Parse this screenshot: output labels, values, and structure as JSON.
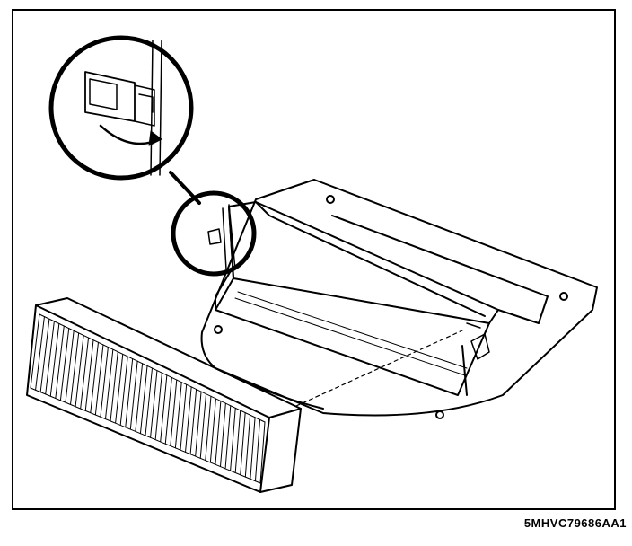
{
  "figure": {
    "reference_code": "5MHVC79686AA1",
    "colors": {
      "line": "#000000",
      "background": "#ffffff"
    },
    "parts": [
      "cabin-air-filter",
      "filter-housing",
      "retaining-clip-detail-circle",
      "glove-box-door"
    ]
  }
}
